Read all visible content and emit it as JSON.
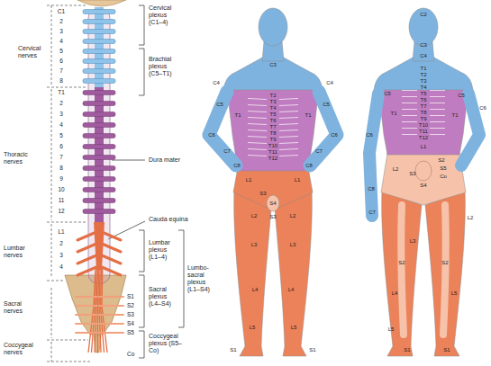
{
  "diagram": {
    "labels": [
      "Cervical nerves",
      "Thoracic nerves",
      "Lumbar nerves",
      "Sacral nerves",
      "Coccygeal nerves",
      "C1",
      "2",
      "3",
      "4",
      "5",
      "6",
      "7",
      "8",
      "T1",
      "2",
      "3",
      "4",
      "5",
      "6",
      "7",
      "8",
      "9",
      "10",
      "11",
      "12",
      "L1",
      "2",
      "3",
      "4",
      "S1",
      "S2",
      "S3",
      "S4",
      "S5",
      "Co",
      "Cervical plexus (C1–4)",
      "Brachial plexus (C5–T1)",
      "Dura mater",
      "Cauda equina",
      "Lumbar plexus (L1–4)",
      "Lumbo-sacral plexus (L1–S4)",
      "Sacral plexus (L4–S4)",
      "Coccygeal plexus (S5–Co)",
      "C3",
      "C4",
      "C4",
      "C5",
      "T1",
      "T1",
      "C5",
      "T2",
      "T3",
      "T4",
      "T5",
      "T6",
      "T7",
      "T8",
      "T9",
      "T10",
      "T11",
      "T12",
      "C6",
      "C7",
      "C6",
      "C7",
      "C8",
      "C8",
      "L1",
      "L1",
      "S3",
      "S4",
      "S3",
      "L2",
      "L2",
      "L3",
      "L3",
      "L4",
      "L4",
      "L5",
      "L5",
      "S1",
      "S1",
      "C2",
      "C3",
      "C4",
      "T1",
      "T2",
      "T3",
      "T4",
      "T5",
      "T6",
      "T7",
      "T8",
      "T9",
      "T10",
      "T11",
      "T12",
      "L1",
      "C5",
      "C6",
      "T1",
      "C8",
      "C7",
      "C5",
      "C6",
      "T1",
      "L2",
      "S3",
      "S2",
      "S5",
      "Co",
      "S4",
      "L2",
      "L3",
      "S2",
      "S2",
      "L4",
      "L5",
      "L5",
      "S1",
      "S1"
    ]
  }
}
